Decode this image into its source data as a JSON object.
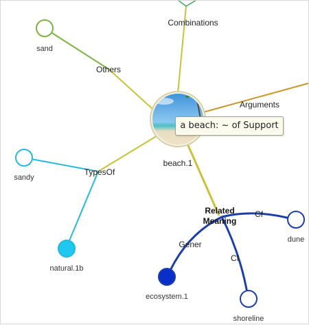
{
  "center": {
    "label": "beach.1",
    "image": "beach-photo"
  },
  "tooltip": {
    "text": "a beach: ~ of Support"
  },
  "relations": {
    "combinations": "Combinations",
    "others": "Others",
    "arguments": "Arguments",
    "typesof": "TypesOf",
    "related_line1": "Related",
    "related_line2": "Meaning",
    "cf_top": "Cf",
    "cf_bottom": "Cf",
    "gener": "Gener"
  },
  "nodes": {
    "sand": "sand",
    "sandy": "sandy",
    "natural": "natural.1b",
    "ecosystem": "ecosystem.1",
    "shoreline": "shoreline",
    "dune": "dune"
  },
  "colors": {
    "green": "#7cb342",
    "yellow": "#c8c23a",
    "orange": "#c8962a",
    "cyan": "#28b8d8",
    "blue": "#1c3ea8",
    "dark_blue": "#0a2fc8"
  }
}
